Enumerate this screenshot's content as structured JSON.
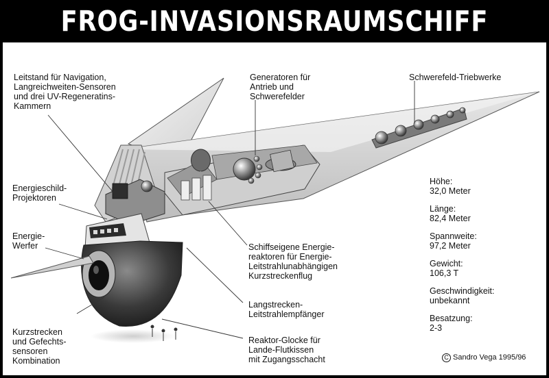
{
  "title": "FROG-INVASIONSRAUMSCHIFF",
  "labels": {
    "leitstand": "Leitstand für Navigation,\nLangreichweiten-Sensoren\nund drei UV-Regeneratins-\nKammern",
    "generatoren": "Generatoren für\nAntrieb und\nSchwerefelder",
    "schwerefeld": "Schwerefeld-Triebwerke",
    "energieschild": "Energieschild-\nProjektoren",
    "energiewerfer": "Energie-\nWerfer",
    "reaktoren": "Schiffseigene Energie-\nreaktoren für Energie-\nLeitstrahlunabhängigen\nKurzstreckenflug",
    "langstrecken": "Langstrecken-\nLeitstrahlempfänger",
    "kurzstrecken": "Kurzstrecken\nund Gefechts-\nsensoren\nKombination",
    "reaktorglocke": "Reaktor-Glocke für\nLande-Flutkissen\nmit Zugangsschacht"
  },
  "specs": [
    {
      "label": "Höhe:",
      "value": "32,0 Meter"
    },
    {
      "label": "Länge:",
      "value": "82,4 Meter"
    },
    {
      "label": "Spannweite:",
      "value": "97,2 Meter"
    },
    {
      "label": "Gewicht:",
      "value": "106,3 T"
    },
    {
      "label": "Geschwindigkeit:",
      "value": "unbekannt"
    },
    {
      "label": "Besatzung:",
      "value": "2-3"
    }
  ],
  "credit": "Sandro Vega 1995/96",
  "credit_symbol": "C"
}
